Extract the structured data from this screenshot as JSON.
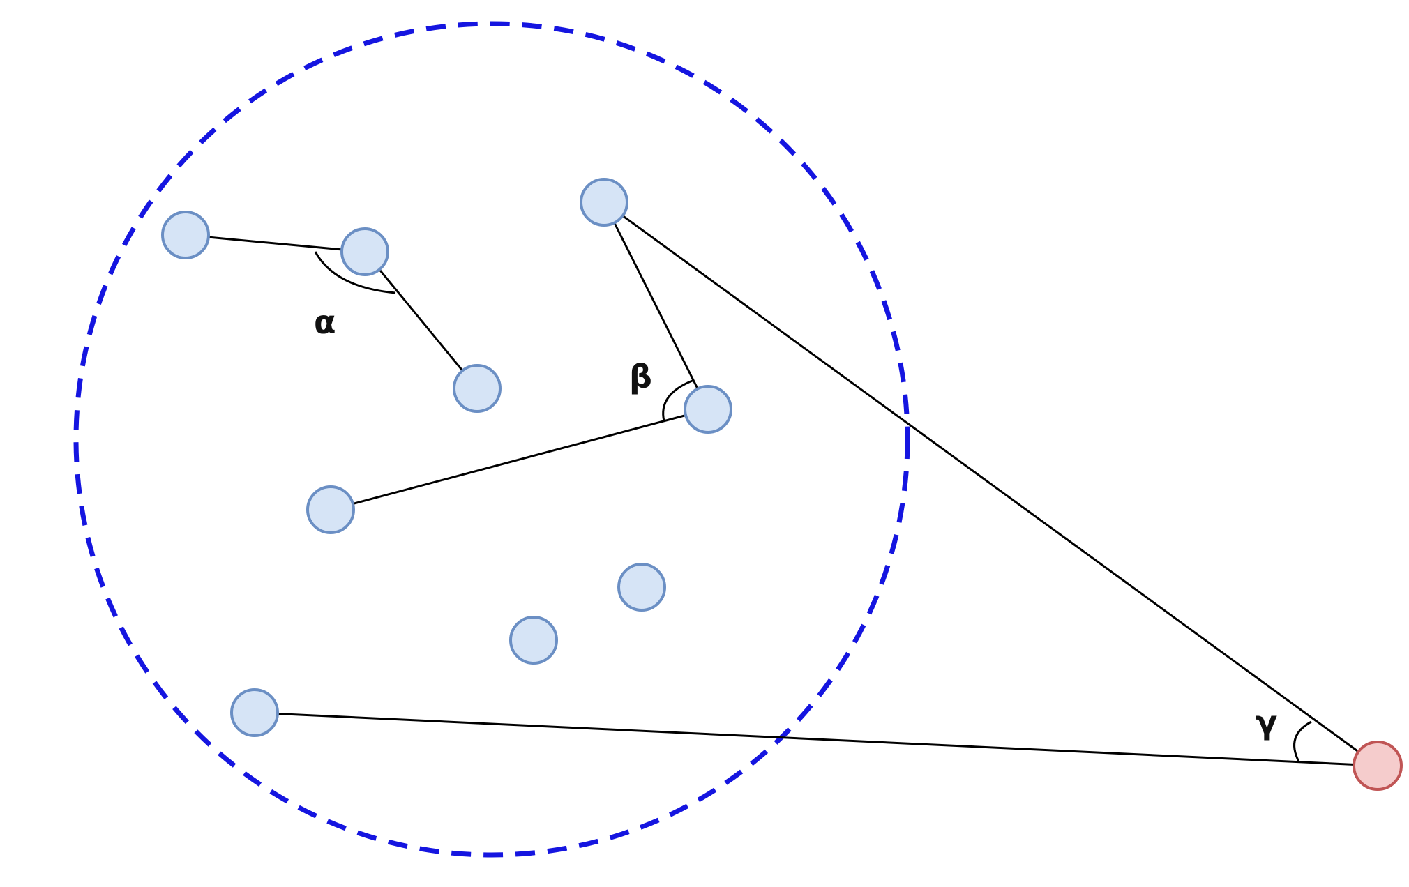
{
  "labels": {
    "alpha": "α",
    "beta": "β",
    "gamma": "γ"
  },
  "colors": {
    "boundary_circle": "#1515e0",
    "inner_node_fill": "#d6e4f6",
    "inner_node_stroke": "#6b8fc4",
    "outer_node_fill": "#f5cccc",
    "outer_node_stroke": "#c05555",
    "edge": "#000000"
  }
}
